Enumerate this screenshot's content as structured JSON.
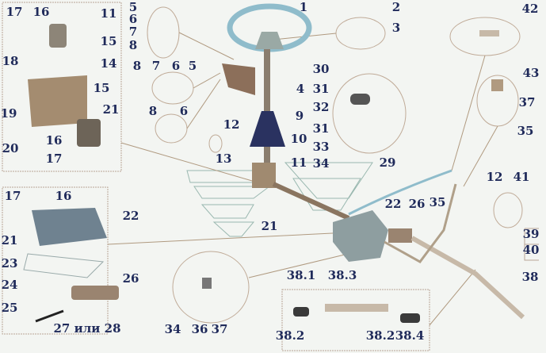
{
  "title": "Steering system parts diagram",
  "colors": {
    "label": "#1f2a5a",
    "leader": "#b09a80",
    "part": "#8a7560",
    "wheel": "#8fbccb",
    "outline": "#9ab8b0"
  },
  "labels": [
    "17",
    "16",
    "11",
    "15",
    "18",
    "14",
    "15",
    "19",
    "21",
    "20",
    "16",
    "17",
    "5",
    "6",
    "7",
    "8",
    "8",
    "7",
    "6",
    "5",
    "8",
    "6",
    "12",
    "13",
    "1",
    "2",
    "3",
    "30",
    "31",
    "32",
    "9",
    "31",
    "10",
    "33",
    "11",
    "34",
    "29",
    "4",
    "42",
    "43",
    "37",
    "35",
    "12",
    "41",
    "39",
    "40",
    "17",
    "16",
    "22",
    "21",
    "23",
    "26",
    "24",
    "25",
    "27 или 28",
    "21",
    "22",
    "26",
    "35",
    "38",
    "38.1",
    "38.3",
    "38.2",
    "38.2",
    "38.4",
    "34",
    "36",
    "37"
  ]
}
